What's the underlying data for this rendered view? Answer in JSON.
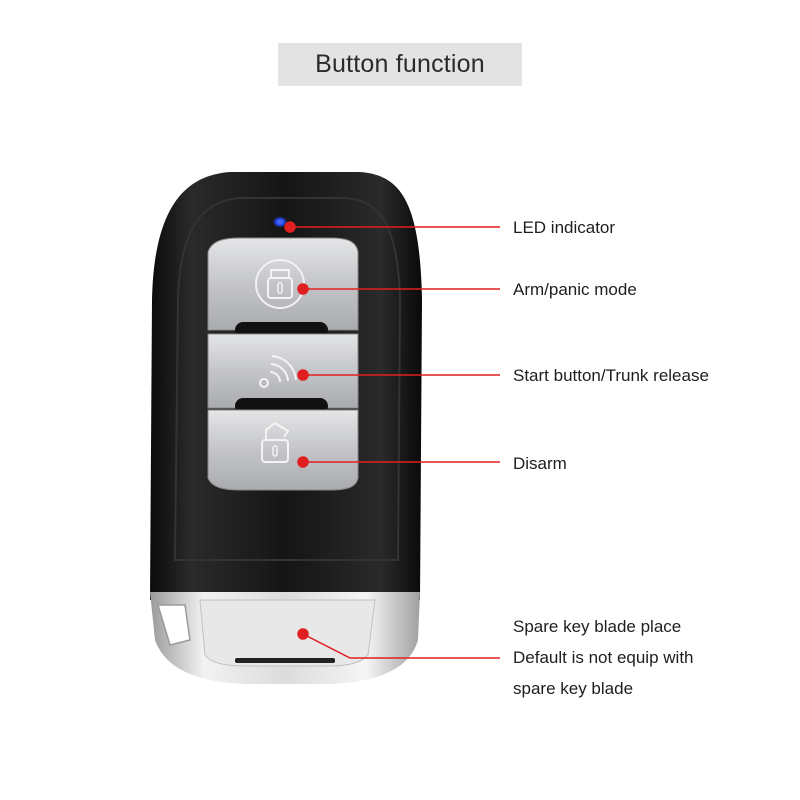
{
  "header": {
    "title": "Button function"
  },
  "colors": {
    "title_bg": "#e3e3e3",
    "callout": "#e02020",
    "led": "#1f4dff",
    "fob_body": "#141414",
    "button_silver": "#c9cacc"
  },
  "fob": {
    "buttons": [
      {
        "id": "arm",
        "icon": "lock-icon"
      },
      {
        "id": "start",
        "icon": "remote-signal-icon"
      },
      {
        "id": "disarm",
        "icon": "unlock-icon"
      }
    ]
  },
  "callouts": [
    {
      "id": "led",
      "label": "LED indicator"
    },
    {
      "id": "arm",
      "label": "Arm/panic mode"
    },
    {
      "id": "start",
      "label": "Start button/Trunk release"
    },
    {
      "id": "disarm",
      "label": "Disarm"
    },
    {
      "id": "spare",
      "lines": [
        "Spare key blade place",
        "Default is not equip with",
        "spare key blade"
      ]
    }
  ]
}
